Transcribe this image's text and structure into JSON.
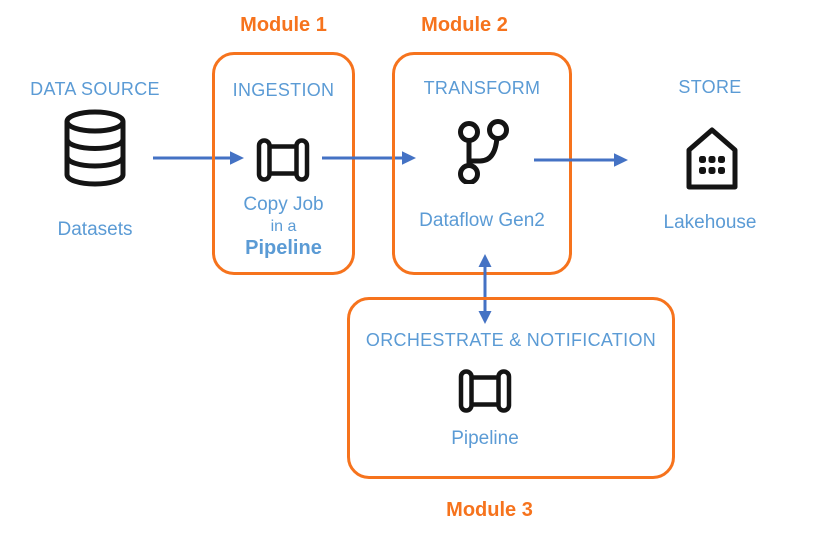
{
  "diagram": {
    "data_source": {
      "title": "DATA SOURCE",
      "label": "Datasets",
      "icon": "database-icon"
    },
    "module1": {
      "title": "Module 1",
      "heading": "INGESTION",
      "caption_line1": "Copy Job",
      "caption_line2": "in a",
      "caption_line3": "Pipeline",
      "icon": "pipeline-icon"
    },
    "module2": {
      "title": "Module 2",
      "heading": "TRANSFORM",
      "caption": "Dataflow Gen2",
      "icon": "dataflow-gen2-icon"
    },
    "module3": {
      "title": "Module 3",
      "heading": "ORCHESTRATE & NOTIFICATION",
      "caption": "Pipeline",
      "icon": "pipeline-icon"
    },
    "store": {
      "title": "STORE",
      "label": "Lakehouse",
      "icon": "lakehouse-icon"
    },
    "connectors": {
      "source_to_ingestion": "arrow-right",
      "ingestion_to_transform": "arrow-right",
      "transform_to_store": "arrow-right",
      "transform_orchestrate": "arrow-vertical-double"
    },
    "colors": {
      "module_accent_orange": "#F6731D",
      "label_blue": "#5B9BD5",
      "arrow_blue": "#4472C4",
      "icon_black": "#141414"
    }
  }
}
